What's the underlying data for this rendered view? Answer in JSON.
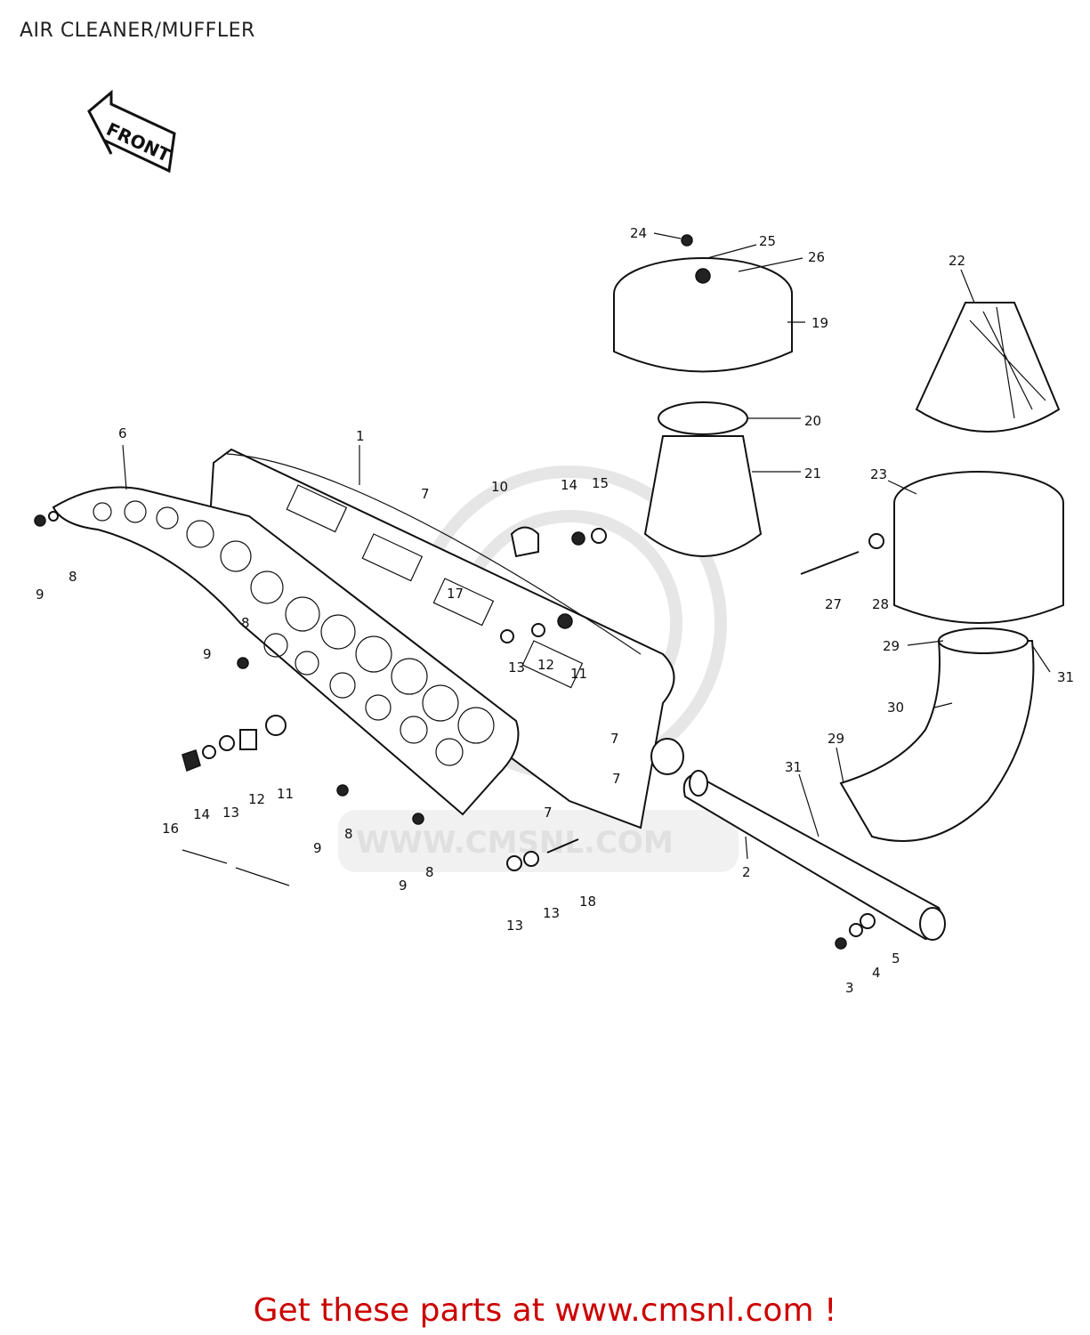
{
  "page": {
    "title": "AIR CLEANER/MUFFLER",
    "footer": "Get these parts at www.cmsnl.com !",
    "front_label": "FRONT",
    "watermark": "WWW.CMSNL.COM"
  },
  "callouts": [
    {
      "id": "c1",
      "text": "1"
    },
    {
      "id": "c2",
      "text": "2"
    },
    {
      "id": "c3",
      "text": "3"
    },
    {
      "id": "c4",
      "text": "4"
    },
    {
      "id": "c5",
      "text": "5"
    },
    {
      "id": "c6",
      "text": "6"
    },
    {
      "id": "c7a",
      "text": "7"
    },
    {
      "id": "c7b",
      "text": "7"
    },
    {
      "id": "c7c",
      "text": "7"
    },
    {
      "id": "c7d",
      "text": "7"
    },
    {
      "id": "c8a",
      "text": "8"
    },
    {
      "id": "c8b",
      "text": "8"
    },
    {
      "id": "c8c",
      "text": "8"
    },
    {
      "id": "c8d",
      "text": "8"
    },
    {
      "id": "c9a",
      "text": "9"
    },
    {
      "id": "c9b",
      "text": "9"
    },
    {
      "id": "c9c",
      "text": "9"
    },
    {
      "id": "c9d",
      "text": "9"
    },
    {
      "id": "c10",
      "text": "10"
    },
    {
      "id": "c11a",
      "text": "11"
    },
    {
      "id": "c11b",
      "text": "11"
    },
    {
      "id": "c12a",
      "text": "12"
    },
    {
      "id": "c12b",
      "text": "12"
    },
    {
      "id": "c13a",
      "text": "13"
    },
    {
      "id": "c13b",
      "text": "13"
    },
    {
      "id": "c13c",
      "text": "13"
    },
    {
      "id": "c13d",
      "text": "13"
    },
    {
      "id": "c14a",
      "text": "14"
    },
    {
      "id": "c14b",
      "text": "14"
    },
    {
      "id": "c15",
      "text": "15"
    },
    {
      "id": "c16",
      "text": "16"
    },
    {
      "id": "c17",
      "text": "17"
    },
    {
      "id": "c18",
      "text": "18"
    },
    {
      "id": "c19",
      "text": "19"
    },
    {
      "id": "c20",
      "text": "20"
    },
    {
      "id": "c21",
      "text": "21"
    },
    {
      "id": "c22",
      "text": "22"
    },
    {
      "id": "c23",
      "text": "23"
    },
    {
      "id": "c24",
      "text": "24"
    },
    {
      "id": "c25",
      "text": "25"
    },
    {
      "id": "c26",
      "text": "26"
    },
    {
      "id": "c27",
      "text": "27"
    },
    {
      "id": "c28",
      "text": "28"
    },
    {
      "id": "c29a",
      "text": "29"
    },
    {
      "id": "c29b",
      "text": "29"
    },
    {
      "id": "c30",
      "text": "30"
    },
    {
      "id": "c31a",
      "text": "31"
    },
    {
      "id": "c31b",
      "text": "31"
    }
  ]
}
